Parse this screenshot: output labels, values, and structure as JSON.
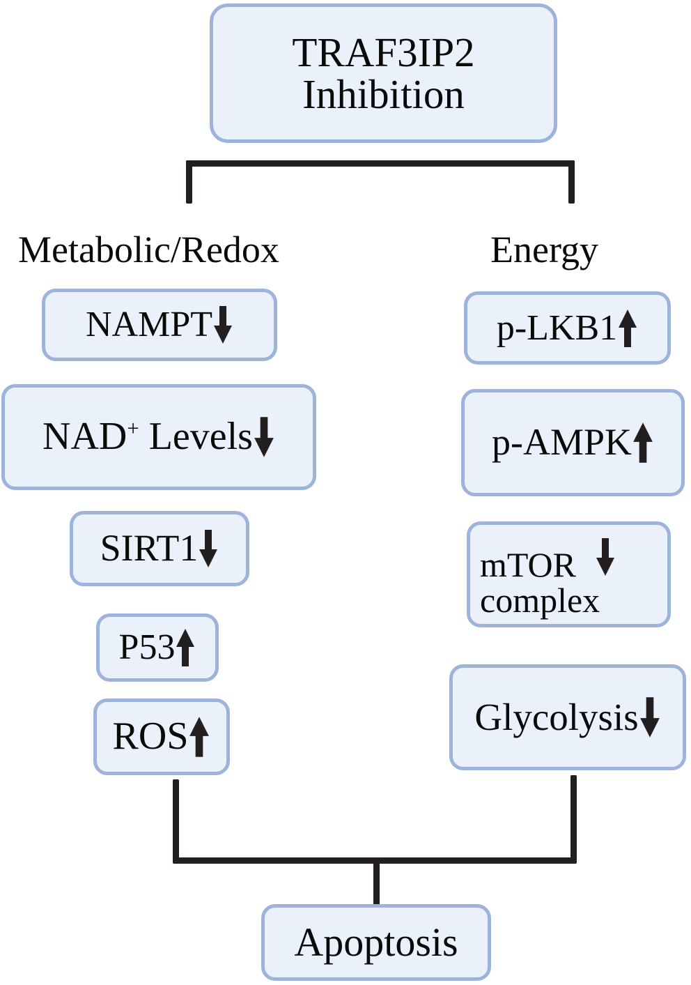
{
  "diagram": {
    "title_node": {
      "label": "TRAF3IP2\nInhibition"
    },
    "columns": [
      {
        "name": "metabolic-redox",
        "header": "Metabolic/Redox"
      },
      {
        "name": "energy",
        "header": "Energy"
      }
    ],
    "nodes": {
      "nampt": {
        "label": "NAMPT",
        "direction": "down"
      },
      "nad_levels": {
        "label_pre": "NAD",
        "label_sup": "+",
        "label_post": " Levels",
        "direction": "down"
      },
      "sirt1": {
        "label": "SIRT1",
        "direction": "down"
      },
      "p53": {
        "label": "P53 ",
        "direction": "up"
      },
      "ros": {
        "label": "ROS",
        "direction": "up"
      },
      "p_lkb1": {
        "label": "p-LKB1",
        "direction": "up"
      },
      "p_ampk": {
        "label": "p-AMPK",
        "direction": "up"
      },
      "mtor": {
        "label_line1": "mTOR ",
        "label_line2": "complex",
        "direction": "down"
      },
      "glycolysis": {
        "label": "Glycolysis",
        "direction": "down"
      },
      "apoptosis": {
        "label": "Apoptosis"
      }
    },
    "colors": {
      "node_fill": "#eaf1fa",
      "node_border": "#9eb3da",
      "connector": "#231f20",
      "text": "#0a0a0a",
      "background": "#ffffff"
    }
  }
}
